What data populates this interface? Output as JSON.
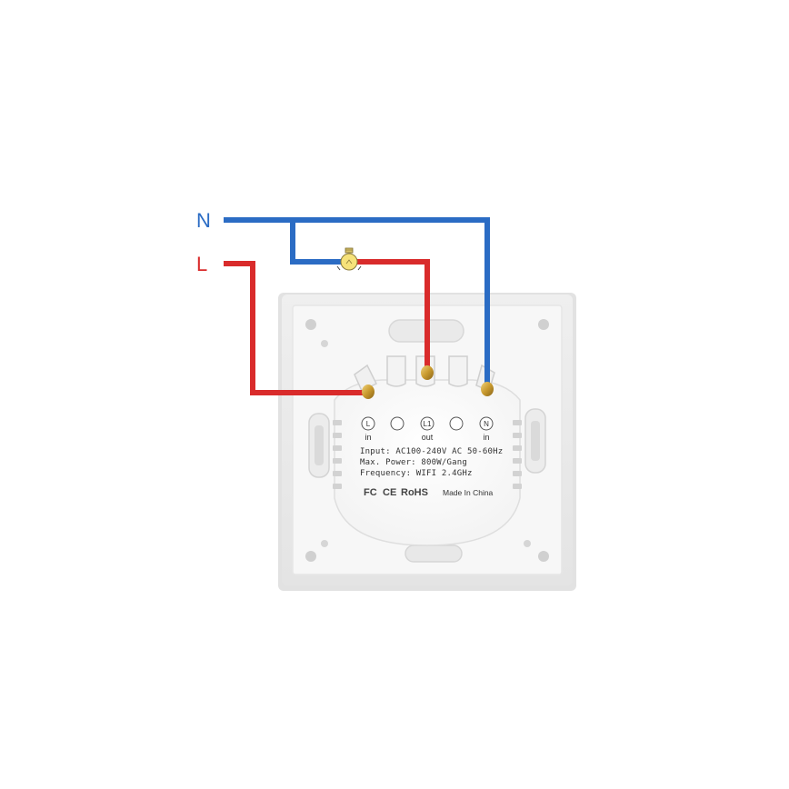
{
  "wires": {
    "neutral": {
      "label": "N",
      "color": "#2b6cc4"
    },
    "live": {
      "label": "L",
      "color": "#d92b2b"
    }
  },
  "lamp": {
    "icon": "light-bulb-icon",
    "color": "#f6e27a"
  },
  "terminals": [
    {
      "letter": "L",
      "sub": "in"
    },
    {
      "letter": "",
      "sub": ""
    },
    {
      "letter": "L1",
      "sub": "out"
    },
    {
      "letter": "",
      "sub": ""
    },
    {
      "letter": "N",
      "sub": "in"
    }
  ],
  "specs": {
    "input": "Input: AC100-240V AC 50-60Hz",
    "power": "Max. Power: 800W/Gang",
    "frequency": "Frequency: WIFI 2.4GHz"
  },
  "certifications": {
    "fc": "FC",
    "ce": "CE",
    "rohs": "RoHS",
    "made_in": "Made In China"
  },
  "colors": {
    "brass": "#c9a13a",
    "plate": "#f4f4f4",
    "module": "#ffffff"
  }
}
